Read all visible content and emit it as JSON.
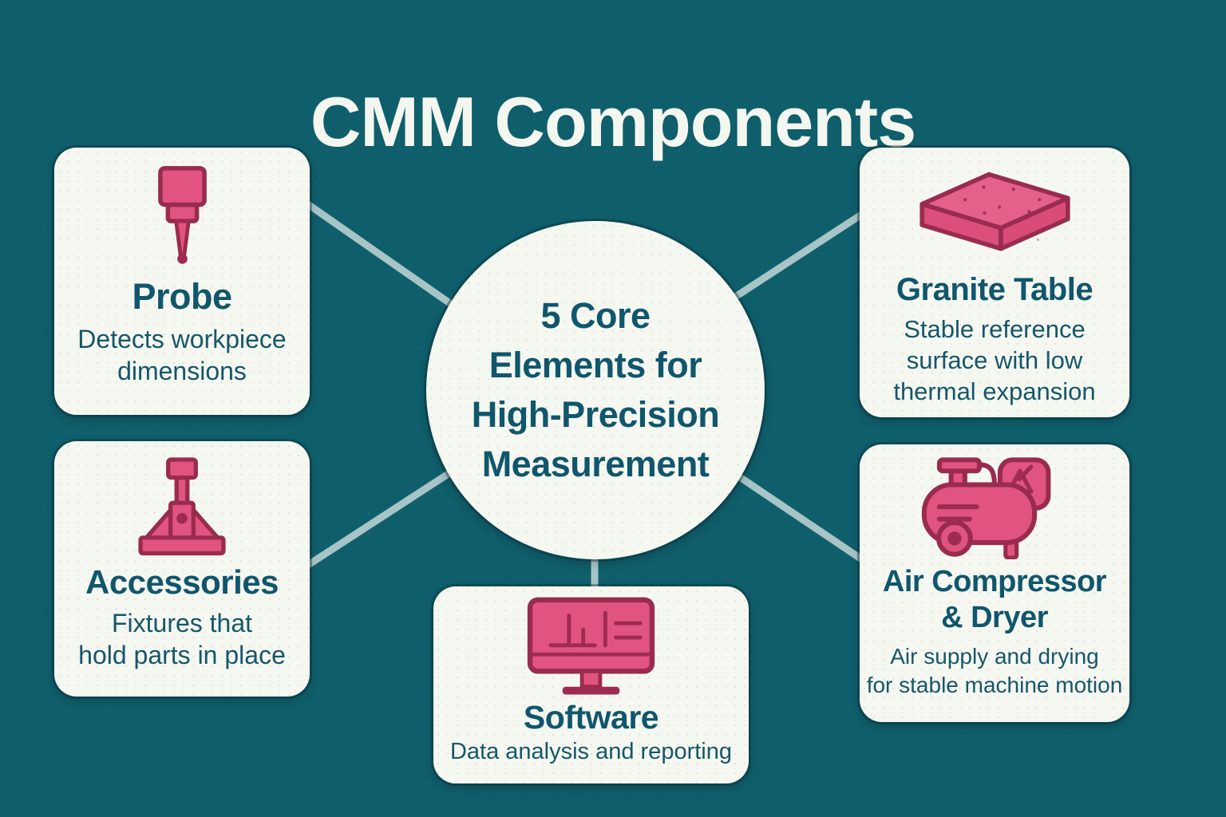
{
  "title": "CMM Components",
  "center_circle": {
    "text": "5 Core\nElements for\nHigh-Precision\nMeasurement"
  },
  "cards": [
    {
      "id": "probe",
      "title": "Probe",
      "description": "Detects workpiece\ndimensions",
      "icon": "probe-icon"
    },
    {
      "id": "accessories",
      "title": "Accessories",
      "description": "Fixtures that\nhold parts in place",
      "icon": "fixture-clamp-icon"
    },
    {
      "id": "granite-table",
      "title": "Granite Table",
      "description": "Stable reference\nsurface with low\nthermal expansion",
      "icon": "granite-slab-icon"
    },
    {
      "id": "air-compressor-dryer",
      "title": "Air Compressor\n& Dryer",
      "description": "Air supply and drying\nfor stable machine motion",
      "icon": "air-compressor-icon"
    },
    {
      "id": "software",
      "title": "Software",
      "description": "Data analysis and reporting",
      "icon": "monitor-chart-icon"
    }
  ],
  "colors": {
    "background": "#0F5E6B",
    "card_background": "#F4F8F0",
    "heading_text": "#F3F7EF",
    "dark_text": "#10566C",
    "icon_fill": "#E0547F",
    "icon_fill_light": "#E4618A",
    "icon_fill_shade": "#D84C77",
    "icon_stroke": "#992C4E",
    "connector": "#A7C5C6"
  }
}
